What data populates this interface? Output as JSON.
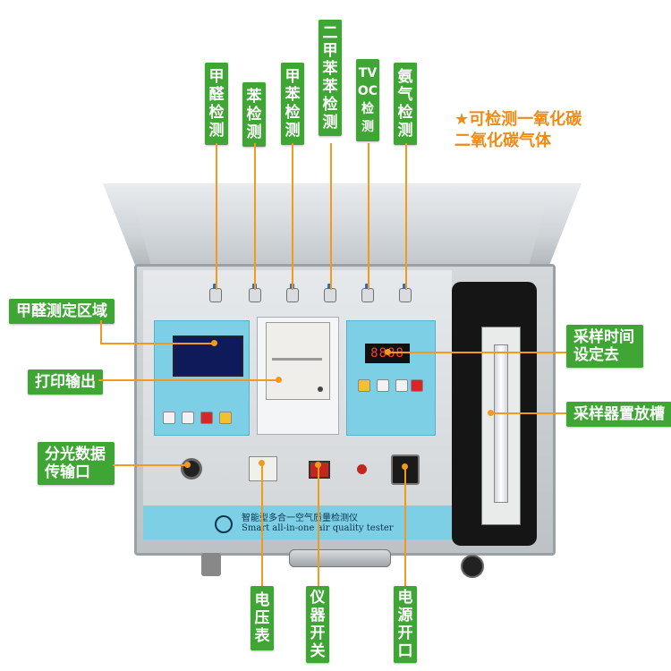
{
  "top_labels": [
    "甲醛检测",
    "苯检测",
    "甲苯检测",
    "二甲苯苯检测",
    "TVOC检测",
    "氨气检测"
  ],
  "note_lines": [
    "★可检测一氧化碳",
    "二氧化碳气体"
  ],
  "left_labels": {
    "formaldehyde_area": "甲醛测定区域",
    "print_output": "打印输出",
    "data_port": "分光数据传输口"
  },
  "right_labels": {
    "sampling_time": "采样时间设定去",
    "sampler_slot": "采样器置放槽"
  },
  "bottom_labels": {
    "voltmeter": "电压表",
    "power_switch": "仪器开关",
    "power_port": "电源开口"
  },
  "device": {
    "display_digits": "8888",
    "brand_cn": "智能型多合一空气质量检测仪",
    "brand_en": "Smart all-in-one air quality tester"
  },
  "colors": {
    "tag_green": "#3fa535",
    "leader_orange": "#f39a1e",
    "panel_blue": "#7ccfe4"
  }
}
